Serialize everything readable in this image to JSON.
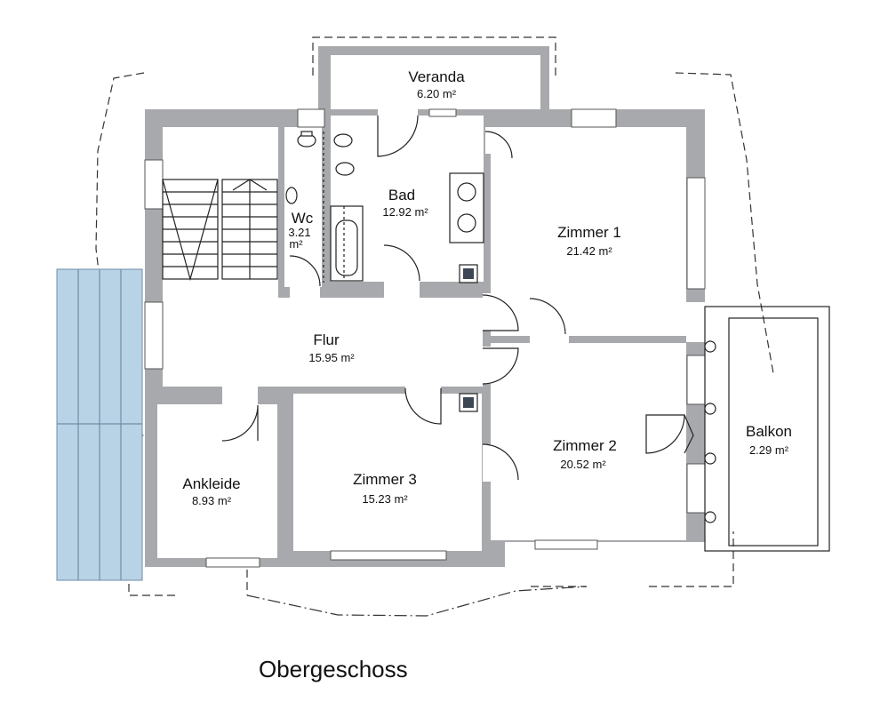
{
  "plan": {
    "title": "Obergeschoss",
    "wall_color": "#a7a9ac",
    "glass_color": "#b9d3e6",
    "rooms": [
      {
        "name": "Veranda",
        "area": "6.20 m²"
      },
      {
        "name": "Bad",
        "area": "12.92 m²"
      },
      {
        "name": "Zimmer 1",
        "area": "21.42 m²"
      },
      {
        "name": "Wc",
        "area_value": "3.21",
        "area_unit": "m²"
      },
      {
        "name": "Flur",
        "area": "15.95 m²"
      },
      {
        "name": "Zimmer 2",
        "area": "20.52 m²"
      },
      {
        "name": "Balkon",
        "area": "2.29 m²"
      },
      {
        "name": "Ankleide",
        "area": "8.93 m²"
      },
      {
        "name": "Zimmer 3",
        "area": "15.23 m²"
      }
    ]
  }
}
